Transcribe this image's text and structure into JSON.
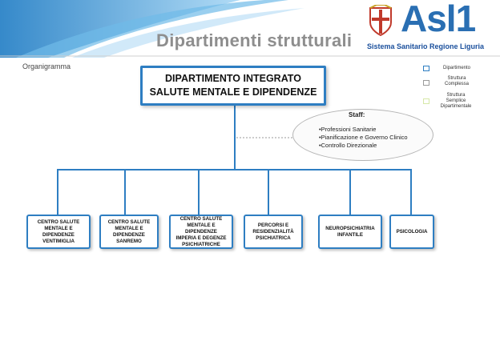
{
  "header": {
    "title": "Dipartimenti strutturali",
    "logo": "Asl1",
    "logo_subtitle": "Sistema Sanitario Regione Liguria",
    "section_label": "Organigramma"
  },
  "legend": [
    {
      "label": "Dipartimento",
      "color": "#2e7ec2"
    },
    {
      "label": "Struttura\nComplessa",
      "color": "#9a9a9a"
    },
    {
      "label": "Struttura\nSemplice\nDipartimentale",
      "color": "#d6e8a8"
    }
  ],
  "department": {
    "line1": "DIPARTIMENTO INTEGRATO",
    "line2": "SALUTE MENTALE E DIPENDENZE"
  },
  "staff": {
    "title": "Staff:",
    "items": [
      "•Professioni Sanitarie",
      "•Pianificazione e Governo Clinico",
      "•Controllo Direzionale"
    ]
  },
  "units": [
    "CENTRO SALUTE\nMENTALE E\nDIPENDENZE\nVENTIMIGLIA",
    "CENTRO SALUTE\nMENTALE E\nDIPENDENZE\nSANREMO",
    "CENTRO SALUTE\nMENTALE E\nDIPENDENZE\nIMPERIA E DEGENZE\nPSICHIATRICHE",
    "PERCORSI E\nRESIDENZIALITÀ\nPSICHIATRICA",
    "NEUROPSICHIATRIA\nINFANTILE",
    "PSICOLOGIA"
  ],
  "colors": {
    "accent": "#2e7ec2",
    "banner": "#4aa3df"
  }
}
